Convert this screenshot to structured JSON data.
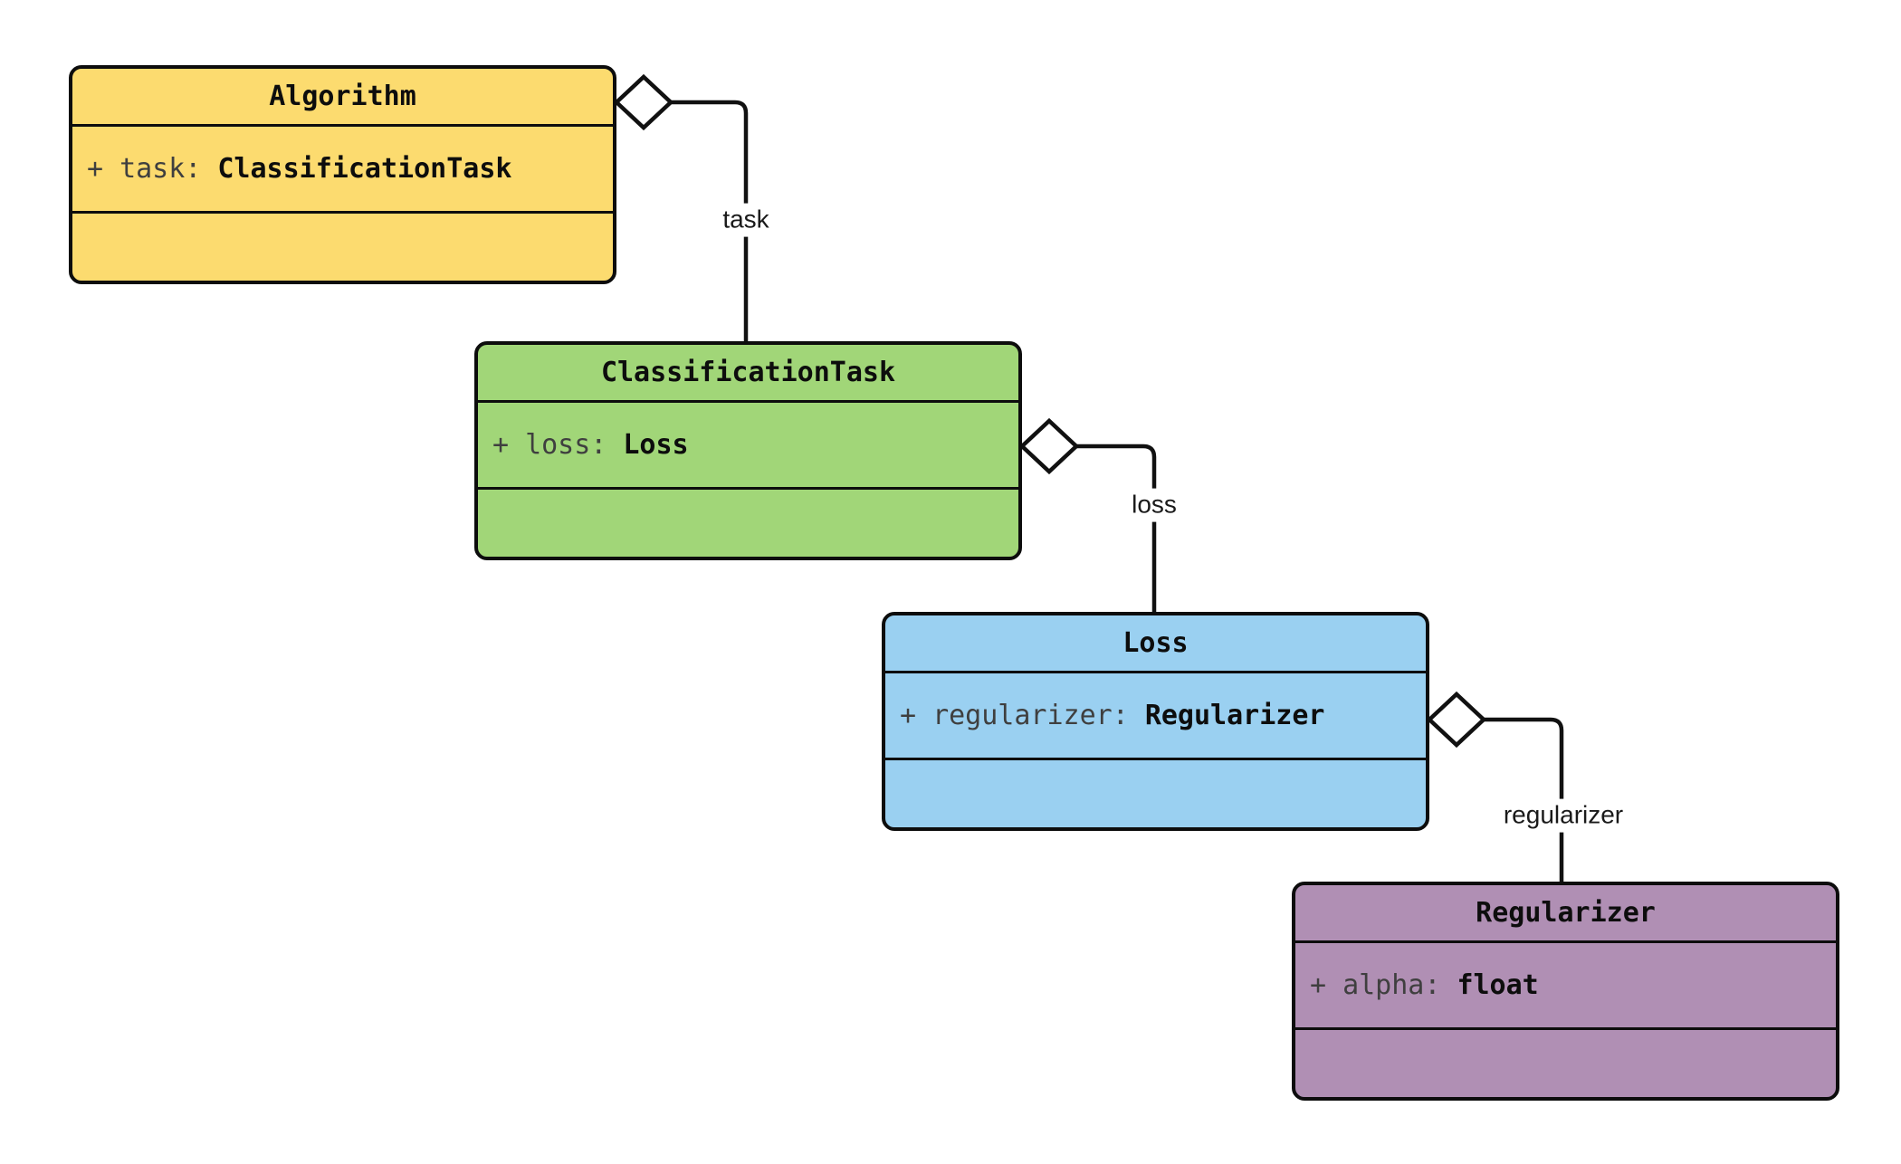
{
  "diagram": {
    "background_color": "#ffffff",
    "line_color": "#111111",
    "diamond_fill": "#ffffff",
    "classes": [
      {
        "name": "Algorithm",
        "fill": "#FCDB6F",
        "attribute": {
          "visibility": "+",
          "name": "task:",
          "type": "ClassificationTask"
        }
      },
      {
        "name": "ClassificationTask",
        "fill": "#A1D678",
        "attribute": {
          "visibility": "+",
          "name": "loss:",
          "type": "Loss"
        }
      },
      {
        "name": "Loss",
        "fill": "#9AD0F1",
        "attribute": {
          "visibility": "+",
          "name": "regularizer:",
          "type": "Regularizer"
        }
      },
      {
        "name": "Regularizer",
        "fill": "#B08FB4",
        "attribute": {
          "visibility": "+",
          "name": "alpha:",
          "type": "float"
        }
      }
    ],
    "relations": [
      {
        "kind": "aggregation",
        "from": "Algorithm",
        "to": "ClassificationTask",
        "label": "task"
      },
      {
        "kind": "aggregation",
        "from": "ClassificationTask",
        "to": "Loss",
        "label": "loss"
      },
      {
        "kind": "aggregation",
        "from": "Loss",
        "to": "Regularizer",
        "label": "regularizer"
      }
    ]
  }
}
